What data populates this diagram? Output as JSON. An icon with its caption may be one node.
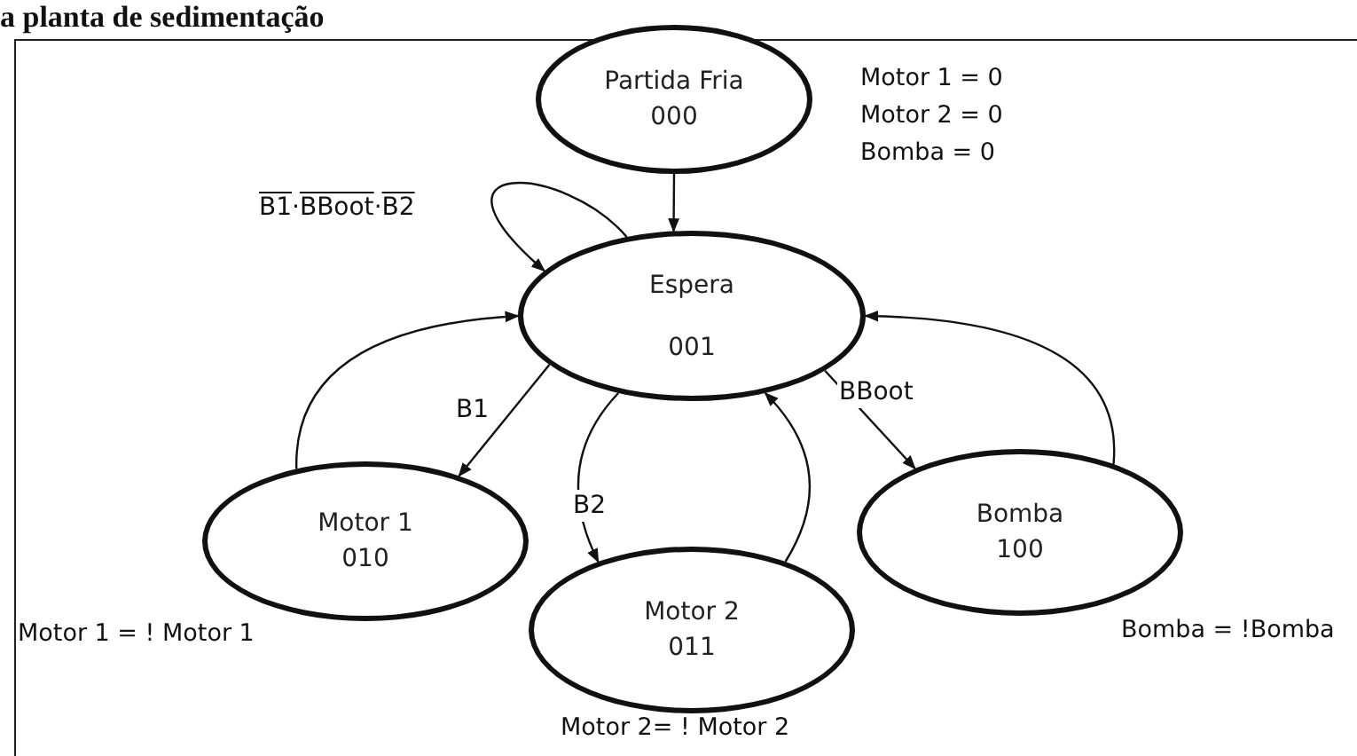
{
  "diagram": {
    "title": "a planta de sedimentação",
    "nodes": [
      {
        "text": [
          "Partida Fria",
          "000"
        ],
        "beside": [
          "Motor 1 = 0",
          "Motor 2 = 0",
          "Bomba = 0"
        ]
      },
      {
        "text": [
          "Espera",
          "001"
        ]
      },
      {
        "text": [
          "Motor 1",
          "010"
        ],
        "beside": [
          "Motor 1 = ! Motor 1"
        ]
      },
      {
        "text": [
          "Motor 2",
          "011"
        ],
        "beside": [
          "Motor 2= ! Motor 2"
        ]
      },
      {
        "text": [
          "Bomba",
          "100"
        ],
        "beside": [
          "Bomba =  !Bomba"
        ]
      }
    ],
    "edges": [
      {
        "from": 0,
        "to": 1,
        "arrow": "to"
      },
      {
        "from": 1,
        "to": 1,
        "arrow": "to",
        "label": "B1·BBoot·B2"
      },
      {
        "from": 1,
        "to": 2,
        "arrow": "to",
        "label": "B1"
      },
      {
        "from": 2,
        "to": 1,
        "arrow": "to"
      },
      {
        "from": 1,
        "to": 3,
        "arrow": "to",
        "label": "B2"
      },
      {
        "from": 3,
        "to": 1,
        "arrow": "to"
      },
      {
        "from": 1,
        "to": 4,
        "arrow": "to",
        "label": "BBoot"
      },
      {
        "from": 4,
        "to": 1,
        "arrow": "to"
      }
    ]
  }
}
